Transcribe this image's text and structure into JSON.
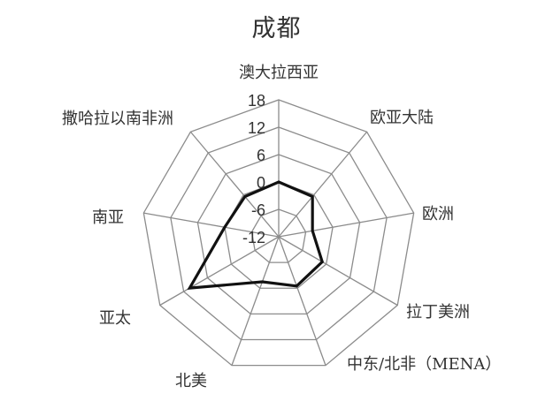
{
  "chart_data": {
    "type": "radar",
    "title": "成都",
    "categories": [
      "澳大拉西亚",
      "欧亚大陆",
      "欧洲",
      "拉丁美洲",
      "中东/北非（MENA）",
      "北美",
      "亚太",
      "南亚",
      "撒哈拉以南非洲"
    ],
    "series": [
      {
        "name": "成都",
        "values": [
          0,
          -0.5,
          -4.5,
          -1,
          -0.5,
          -1.5,
          10.5,
          0,
          -0.5
        ],
        "color": "#111111"
      }
    ],
    "rlim": [
      -12,
      18
    ],
    "rticks": [
      18,
      12,
      6,
      0,
      -6,
      -12
    ],
    "grid": true,
    "legend": null,
    "xlabel": "",
    "ylabel": ""
  },
  "colors": {
    "grid": "#8c8c8c",
    "series": "#111111",
    "text": "#333333"
  }
}
